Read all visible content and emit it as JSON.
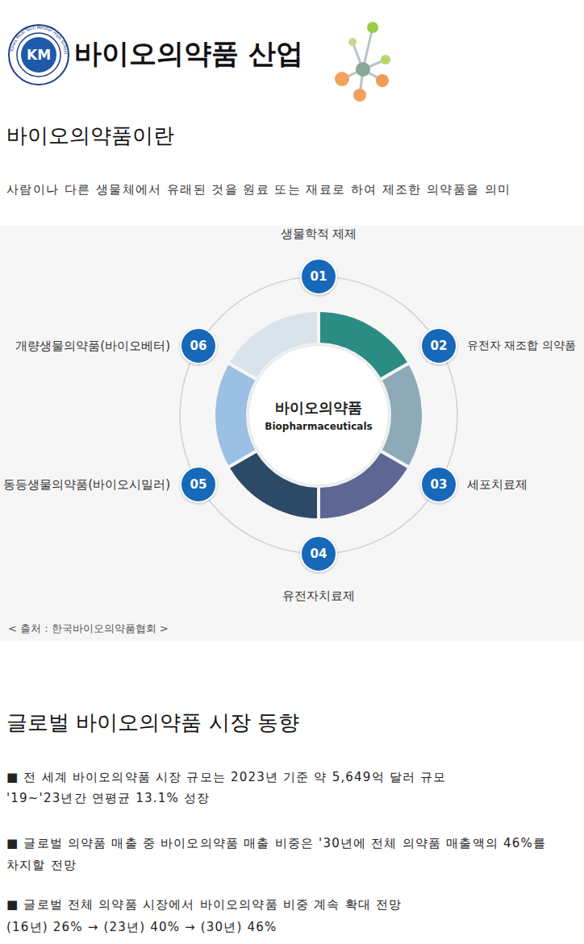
{
  "diagram": {
    "title": "바이오의약품 산업",
    "nodes": [
      {
        "text": [
          "바이오의약품",
          "Biopharmaceuticals"
        ]
      },
      {
        "text": [
          "01",
          "생물학적 제제"
        ]
      },
      {
        "text": [
          "02",
          "유전자 재조합 의약품"
        ]
      },
      {
        "text": [
          "03",
          "세포치료제"
        ]
      },
      {
        "text": [
          "04",
          "유전자치료제"
        ]
      },
      {
        "text": [
          "05",
          "동등생물의약품(바이오시밀러)"
        ]
      },
      {
        "text": [
          "06",
          "개량생물의약품(바이오베터)"
        ]
      }
    ],
    "labels": [
      "KM",
      "Korea Medi Tech Meister High School",
      "바이오의약품이란",
      "사람이나 다른 생물체에서 유래된 것을 원료 또는 재료로 하여 제조한 의약품을 의미",
      "< 출처 : 한국바이오의약품협회 >",
      "글로벌 바이오의약품 시장 동향",
      "■ 전 세계 바이오의약품 시장 규모는 2023년 기준 약 5,649억 달러 규모",
      "'19~'23년간 연평균 13.1% 성장",
      "■ 글로벌 의약품 매출 중 바이오의약품 매출 비중은 '30년에 전체 의약품 매출액의 46%를 차지할 전망",
      "■ 글로벌 전체 의약품 시장에서 바이오의약품 비중 계속 확대 전망",
      "(16년) 26% → (23년) 40% → (30년) 46%"
    ]
  }
}
